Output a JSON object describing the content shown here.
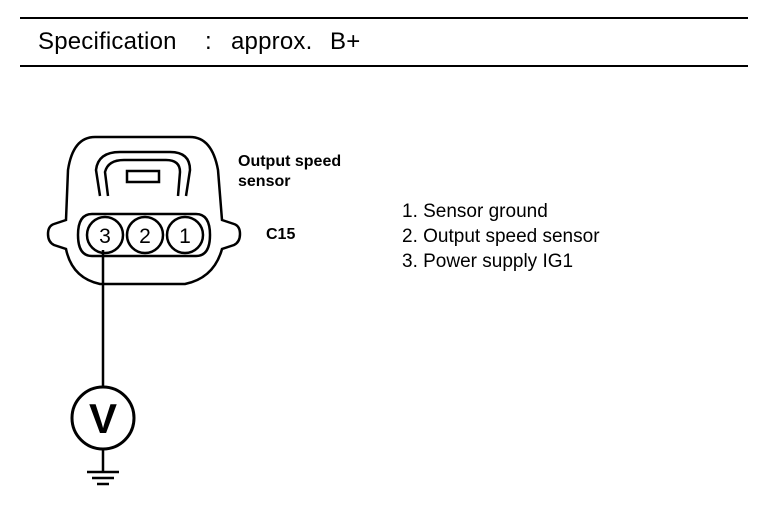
{
  "spec": {
    "label": "Specification",
    "colon": ":",
    "approx": "approx.",
    "value": "B+"
  },
  "connector": {
    "name_line1": "Output speed",
    "name_line2": "sensor",
    "code": "C15",
    "pins": [
      "3",
      "2",
      "1"
    ]
  },
  "meter": {
    "symbol": "V"
  },
  "legend": [
    "1. Sensor ground",
    "2. Output speed sensor",
    "3. Power supply IG1"
  ]
}
